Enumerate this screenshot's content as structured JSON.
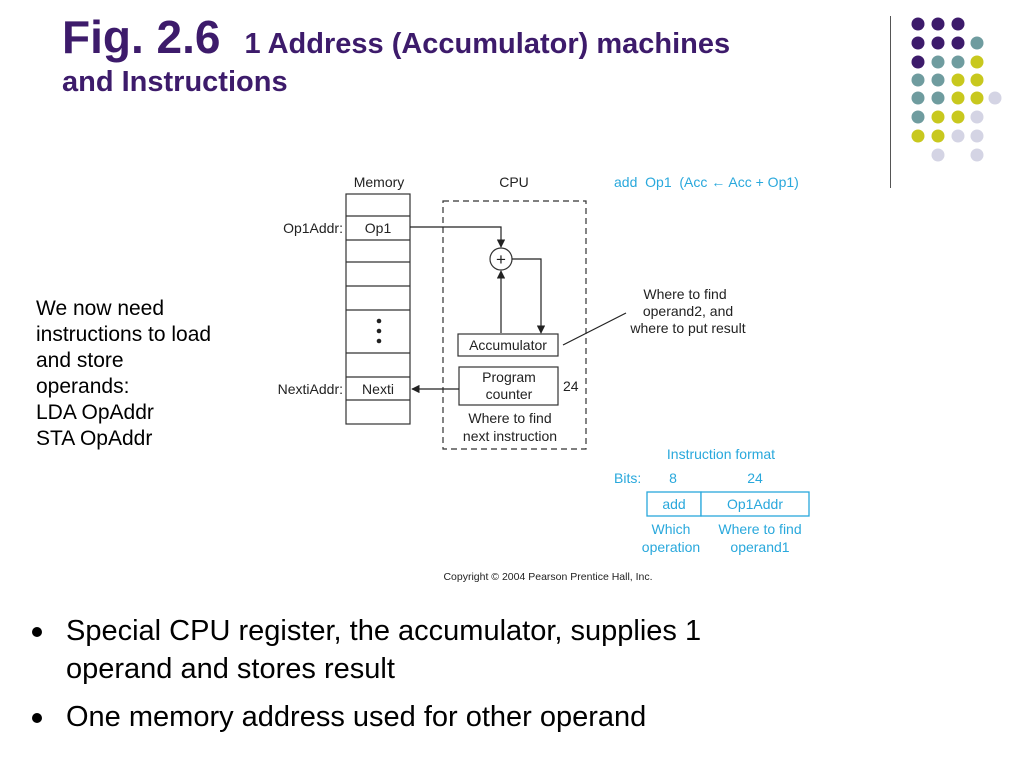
{
  "slide": {
    "title_fig": "Fig. 2.6",
    "title_rest": "1 Address (Accumulator) machines",
    "title_line2": "and Instructions"
  },
  "side_text": [
    "We now need",
    "instructions to load",
    "and store",
    "operands:",
    "LDA OpAddr",
    "STA OpAddr"
  ],
  "diagram": {
    "memory_label": "Memory",
    "cpu_label": "CPU",
    "op1addr_label": "Op1Addr:",
    "op1_cell": "Op1",
    "nextiaddr_label": "NextiAddr:",
    "nexti_cell": "Nexti",
    "plus_symbol": "+",
    "accumulator": "Accumulator",
    "program_counter_1": "Program",
    "program_counter_2": "counter",
    "pc_bits": "24",
    "find_next_1": "Where to find",
    "find_next_2": "next instruction",
    "operand2_1": "Where to find",
    "operand2_2": "operand2, and",
    "operand2_3": "where to put result",
    "instruction_example": "add  Op1  (Acc ← Acc + Op1)",
    "format_title": "Instruction format",
    "bits_label": "Bits:",
    "bits_opcode": "8",
    "bits_address": "24",
    "field_opcode": "add",
    "field_address": "Op1Addr",
    "opcode_desc_1": "Which",
    "opcode_desc_2": "operation",
    "address_desc_1": "Where to find",
    "address_desc_2": "operand1",
    "copyright": "Copyright © 2004 Pearson Prentice Hall, Inc."
  },
  "bullets": [
    "Special CPU register, the accumulator, supplies 1",
    "operand and stores result",
    "One memory address used for other operand"
  ],
  "colors": {
    "title": "#3d1b6b",
    "accent_cyan": "#29a8dc",
    "dot_purple": "#3d1b6b",
    "dot_teal": "#6f9c9f",
    "dot_olive": "#c8c81e",
    "dot_lavender": "#d4d4e4"
  }
}
